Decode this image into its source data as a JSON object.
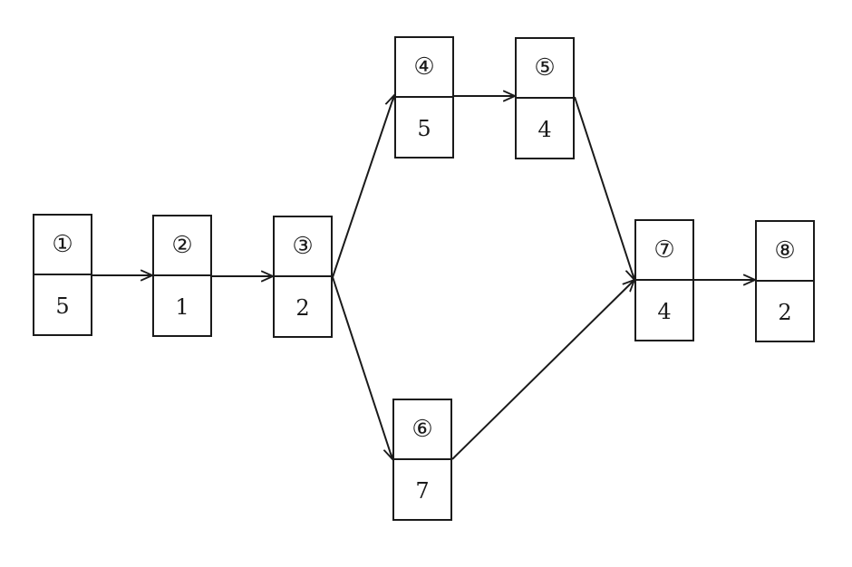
{
  "nodes": [
    {
      "id": "①",
      "duration": "5"
    },
    {
      "id": "②",
      "duration": "1"
    },
    {
      "id": "③",
      "duration": "2"
    },
    {
      "id": "④",
      "duration": "5"
    },
    {
      "id": "⑤",
      "duration": "4"
    },
    {
      "id": "⑥",
      "duration": "7"
    },
    {
      "id": "⑦",
      "duration": "4"
    },
    {
      "id": "⑧",
      "duration": "2"
    }
  ],
  "edges": [
    {
      "from": "①",
      "to": "②"
    },
    {
      "from": "②",
      "to": "③"
    },
    {
      "from": "③",
      "to": "④"
    },
    {
      "from": "③",
      "to": "⑥"
    },
    {
      "from": "④",
      "to": "⑤"
    },
    {
      "from": "⑤",
      "to": "⑦"
    },
    {
      "from": "⑥",
      "to": "⑦"
    },
    {
      "from": "⑦",
      "to": "⑧"
    }
  ],
  "colors": {
    "line": "#1a1a1a",
    "background": "#ffffff"
  }
}
